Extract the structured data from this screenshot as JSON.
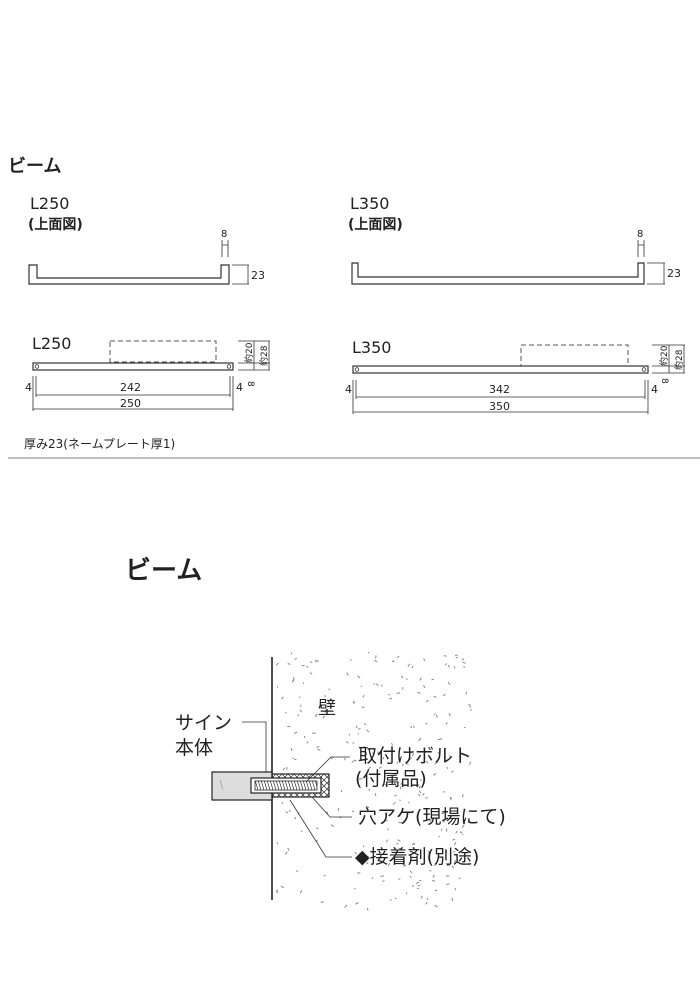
{
  "section_title": "ビーム",
  "l250": {
    "top_label": "L250",
    "top_sub": "(上面図)",
    "dim_end": "8",
    "dim_depth": "23",
    "front_label": "L250",
    "dim_approx20": "約20",
    "dim_approx28": "約28",
    "dim_bar": "8",
    "dim_left": "4",
    "dim_right": "4",
    "dim_inner": "242",
    "dim_total": "250"
  },
  "l350": {
    "top_label": "L350",
    "top_sub": "(上面図)",
    "dim_end": "8",
    "dim_depth": "23",
    "front_label": "L350",
    "dim_approx20": "約20",
    "dim_approx28": "約28",
    "dim_bar": "8",
    "dim_left": "4",
    "dim_right": "4",
    "dim_inner": "342",
    "dim_total": "350"
  },
  "note": "厚み23(ネームプレート厚1)",
  "install": {
    "title": "ビーム",
    "wall": "壁",
    "sign_body_1": "サイン",
    "sign_body_2": "本体",
    "bolt_1": "取付けボルト",
    "bolt_2": "(付属品)",
    "hole": "穴アケ(現場にて)",
    "adhesive": "◆接着剤(別途)"
  }
}
